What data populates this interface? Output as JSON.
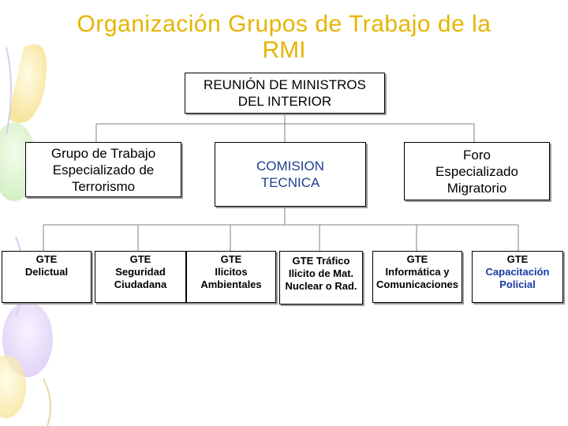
{
  "title": {
    "line1": "Organización  Grupos de Trabajo de la",
    "line2": "RMI"
  },
  "top_box": {
    "line1": "REUNIÓN DE MINISTROS",
    "line2": "DEL INTERIOR"
  },
  "mid_boxes": {
    "terrorismo": [
      "Grupo de Trabajo",
      "Especializado de",
      "Terrorismo"
    ],
    "comision": [
      "COMISION",
      "TECNICA"
    ],
    "migratorio": [
      "Foro",
      "Especializado",
      "Migratorio"
    ]
  },
  "gte_boxes": {
    "delictual": [
      "GTE",
      "Delictual"
    ],
    "seguridad": [
      "GTE",
      "Seguridad",
      "Ciudadana"
    ],
    "ilicitos": [
      "GTE",
      "Ilicitos",
      "Ambientales"
    ],
    "trafico": [
      "GTE Tráfico",
      "Ilicito de Mat.",
      "Nuclear o Rad."
    ],
    "informatica": [
      "GTE",
      "Informática y",
      "Comunicaciones"
    ],
    "capacitacion": [
      "GTE",
      "Capacitación",
      "Policial"
    ]
  },
  "colors": {
    "title": "#e6b400",
    "comision_text": "#1f3f8f",
    "capacitacion_text": "#1a3aa0"
  }
}
